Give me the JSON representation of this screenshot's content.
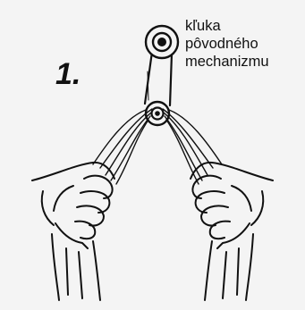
{
  "step": {
    "number": "1."
  },
  "caption": {
    "lines": [
      "kľuka",
      "pôvodného",
      "mechanizmu"
    ]
  },
  "colors": {
    "ink": "#111111",
    "paper": "#f4f4f4"
  },
  "icons": {
    "crank": "crank-arm-icon",
    "pivot": "pivot-bolt-icon",
    "hands": "hand-icon"
  }
}
